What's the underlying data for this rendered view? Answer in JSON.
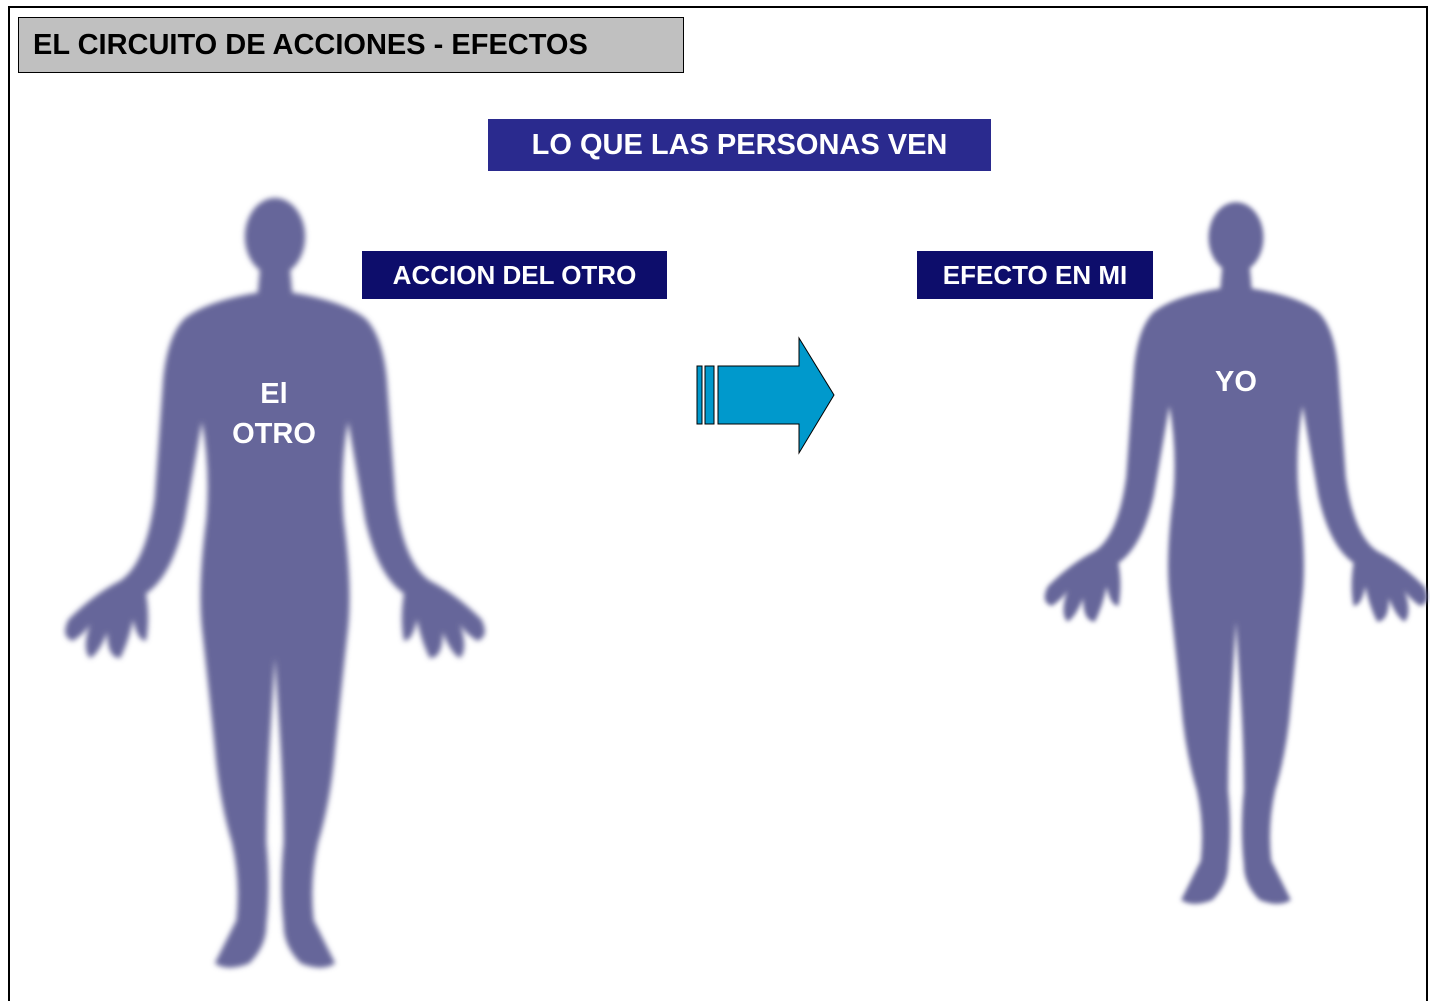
{
  "title": "EL CIRCUITO DE ACCIONES - EFECTOS",
  "banner": "LO QUE LAS PERSONAS VEN",
  "tags": {
    "accion": "ACCION DEL OTRO",
    "efecto": "EFECTO EN MI"
  },
  "figures": {
    "otro": {
      "line1": "El",
      "line2": "OTRO"
    },
    "yo": {
      "label": "YO"
    }
  },
  "colors": {
    "title_bg": "#c0c0c0",
    "banner_bg": "#2a2a8e",
    "tag_bg": "#0d0d6b",
    "figure": "#66669a",
    "arrow": "#0099cc"
  },
  "icons": [
    "human-silhouette",
    "right-arrow"
  ]
}
